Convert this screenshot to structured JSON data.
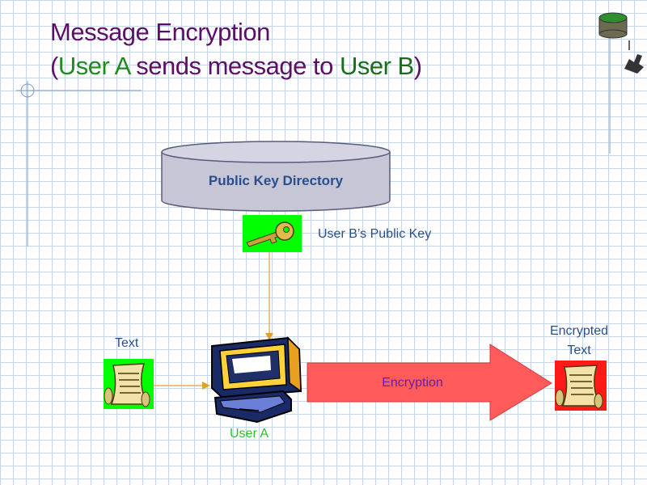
{
  "title": {
    "line1": "Message Encryption",
    "line2_open": "(",
    "line2_user_a": "User A",
    "line2_middle": " sends message to ",
    "line2_user_b": "User B",
    "line2_close": ")"
  },
  "diagram": {
    "directory_label": "Public Key Directory",
    "public_key_label": "User B’s Public Key",
    "text_label": "Text",
    "user_a_label": "User A",
    "encryption_label": "Encryption",
    "encrypted_text_line1": "Encrypted",
    "encrypted_text_line2": "Text"
  },
  "colors": {
    "title": "#5b0f66",
    "user_a": "#1f8a1f",
    "user_b": "#1a6b1a",
    "label": "#2a4e8c",
    "arrow_fill": "#ff5b5b",
    "connector": "#e0a030",
    "green_box": "#00ff00",
    "red_box": "#ff1a1a"
  }
}
